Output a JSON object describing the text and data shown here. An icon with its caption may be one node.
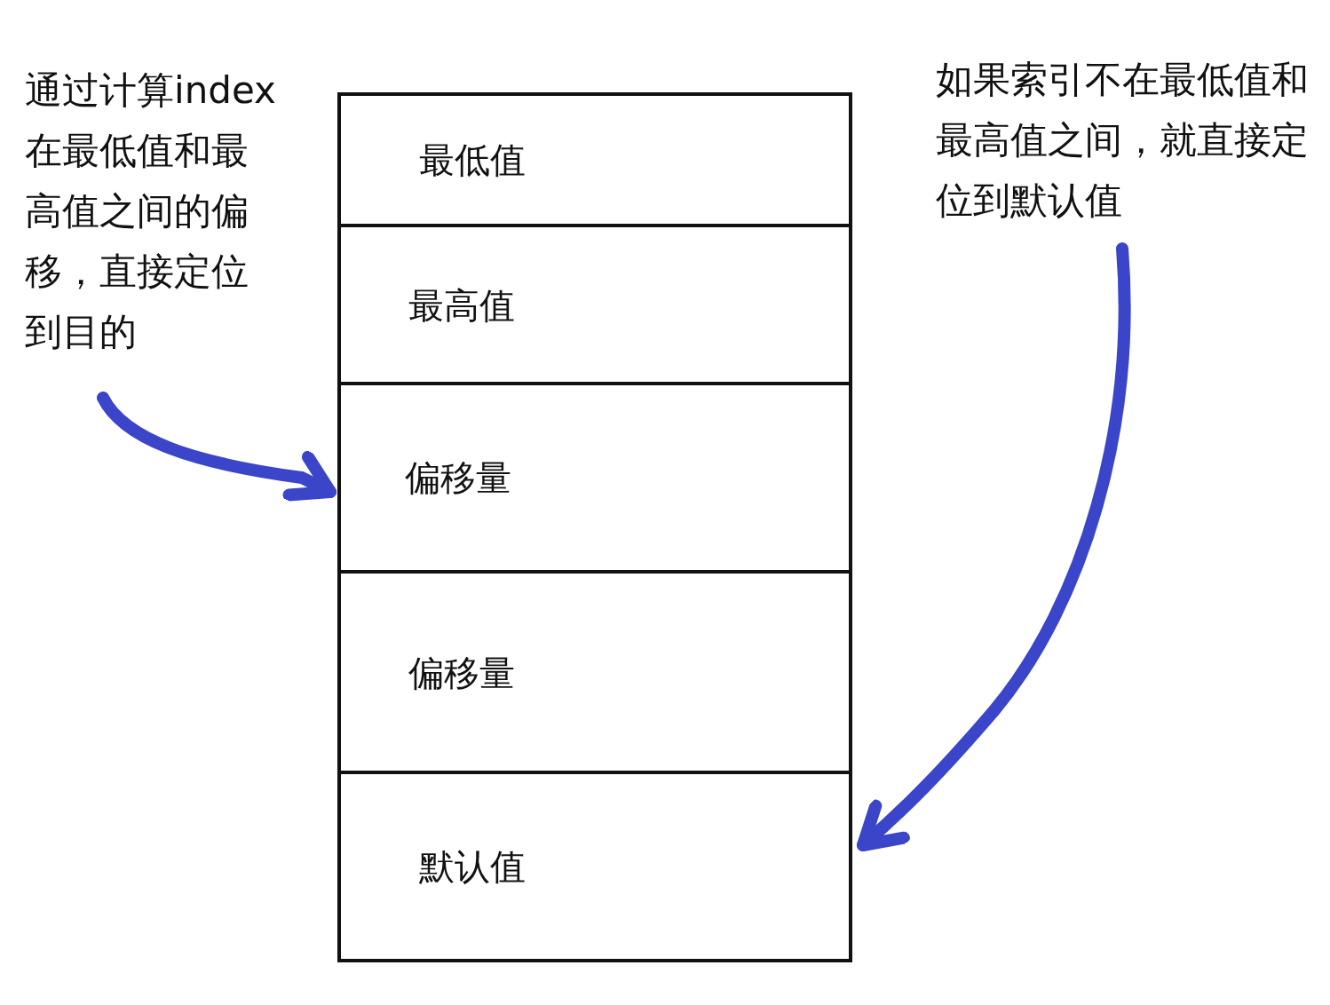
{
  "diagram": {
    "nodes": [
      {
        "text": [
          "最低值"
        ]
      },
      {
        "text": [
          "最高值"
        ]
      },
      {
        "text": [
          "偏移量"
        ]
      },
      {
        "text": [
          "偏移量"
        ]
      },
      {
        "text": [
          "默认值"
        ]
      },
      {
        "text": [
          "通过计算index在最低值和最高值之间的偏移，直接定位到目的"
        ]
      },
      {
        "text": [
          "如果索引不在最低值和最高值之间，就直接定位到默认值"
        ]
      }
    ],
    "edges": [
      {
        "from": 5,
        "to": 2,
        "arrow": "to"
      },
      {
        "from": 6,
        "to": 4,
        "arrow": "to"
      }
    ]
  }
}
